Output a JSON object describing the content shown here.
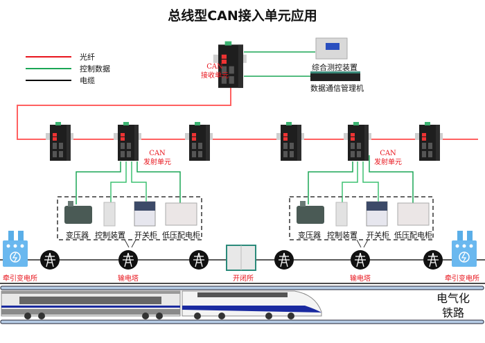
{
  "title": "总线型CAN接入单元应用",
  "legend": [
    {
      "label": "光纤",
      "color": "#e8141c"
    },
    {
      "label": "控制数据",
      "color": "#1aa655"
    },
    {
      "label": "电缆",
      "color": "#000000"
    }
  ],
  "receiver": {
    "line1": "CAN",
    "line2": "接收单元"
  },
  "top_devices": [
    {
      "label": "综合测控装置"
    },
    {
      "label": "数据通信管理机"
    }
  ],
  "transmitter": {
    "line1": "CAN",
    "line2": "发射单元"
  },
  "equipment_groups": [
    {
      "items": [
        "变压器",
        "控制装置",
        "开关柜",
        "低压配电柜"
      ]
    },
    {
      "items": [
        "变压器",
        "控制装置",
        "开关柜",
        "低压配电柜"
      ]
    }
  ],
  "stations": {
    "traction_left": "牵引变电所",
    "tower_left": "输电塔",
    "switching": "开闭所",
    "tower_right": "输电塔",
    "traction_right": "牵引变电所"
  },
  "railway_label": {
    "line1": "电气化",
    "line2": "铁路"
  },
  "colors": {
    "fiber": "#e8141c",
    "control": "#1aa655",
    "cable": "#000000",
    "rail": "#b7cde6"
  }
}
